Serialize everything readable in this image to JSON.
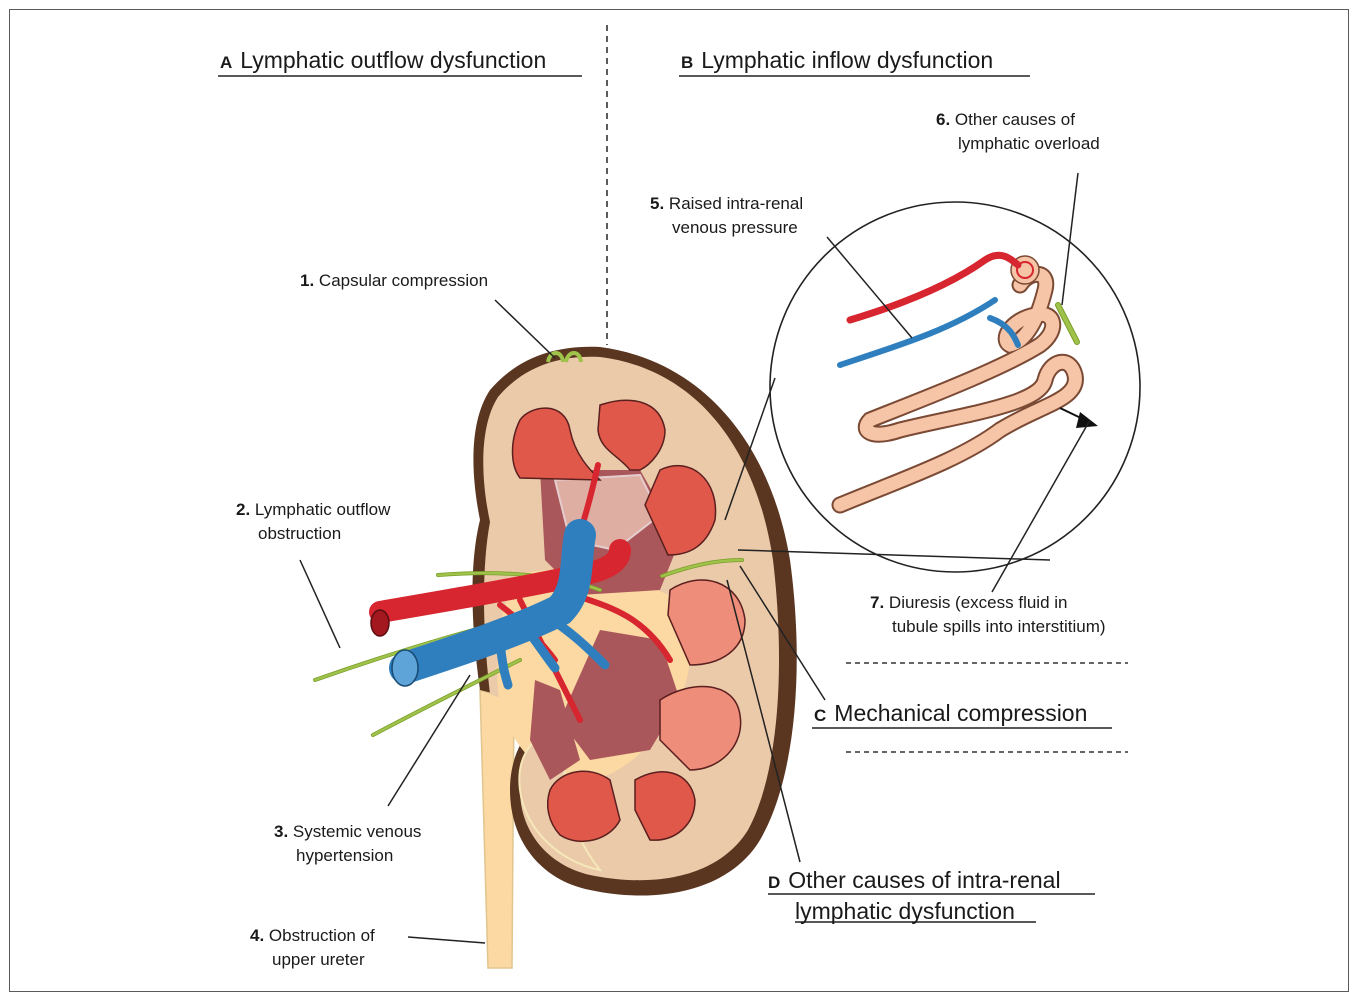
{
  "sections": {
    "A": {
      "letter": "A",
      "title": "Lymphatic outflow dysfunction"
    },
    "B": {
      "letter": "B",
      "title": "Lymphatic inflow dysfunction"
    },
    "C": {
      "letter": "C",
      "title": "Mechanical compression"
    },
    "D": {
      "letter": "D",
      "title_line1": "Other causes of intra-renal",
      "title_line2": "lymphatic dysfunction"
    }
  },
  "labels": [
    {
      "num": "1.",
      "line1": "Capsular compression",
      "line2": ""
    },
    {
      "num": "2.",
      "line1": "Lymphatic outflow",
      "line2": "obstruction"
    },
    {
      "num": "3.",
      "line1": "Systemic venous",
      "line2": "hypertension"
    },
    {
      "num": "4.",
      "line1": "Obstruction of",
      "line2": "upper ureter"
    },
    {
      "num": "5.",
      "line1": "Raised intra-renal",
      "line2": "venous pressure"
    },
    {
      "num": "6.",
      "line1": "Other causes of",
      "line2": "lymphatic overload"
    },
    {
      "num": "7.",
      "line1": "Diuresis (excess fluid in",
      "line2": "tubule spills into interstitium)"
    }
  ],
  "colors": {
    "capsule": "#5a3621",
    "cortex": "#ebcaa9",
    "pelvis": "#fcd9a2",
    "medulla_dark": "#a9575a",
    "pyramid": "#e0584a",
    "artery": "#d7262f",
    "vein": "#2f7fbe",
    "lymphatic": "#9fc24a",
    "tubule": "#f6c4a6"
  }
}
